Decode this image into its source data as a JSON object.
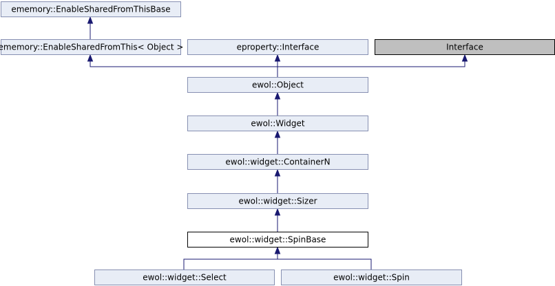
{
  "diagram": {
    "type": "inheritance-graph",
    "nodes": [
      {
        "id": "esb",
        "label": "ememory::EnableSharedFromThisBase",
        "style": "normal"
      },
      {
        "id": "esft",
        "label": "ememory::EnableSharedFromThis< Object >",
        "style": "normal"
      },
      {
        "id": "epi",
        "label": "eproperty::Interface",
        "style": "normal"
      },
      {
        "id": "iface",
        "label": "Interface",
        "style": "external"
      },
      {
        "id": "obj",
        "label": "ewol::Object",
        "style": "normal"
      },
      {
        "id": "widget",
        "label": "ewol::Widget",
        "style": "normal"
      },
      {
        "id": "containern",
        "label": "ewol::widget::ContainerN",
        "style": "normal"
      },
      {
        "id": "sizer",
        "label": "ewol::widget::Sizer",
        "style": "normal"
      },
      {
        "id": "spinbase",
        "label": "ewol::widget::SpinBase",
        "style": "current"
      },
      {
        "id": "select",
        "label": "ewol::widget::Select",
        "style": "normal"
      },
      {
        "id": "spin",
        "label": "ewol::widget::Spin",
        "style": "normal"
      }
    ],
    "edges": [
      {
        "from": "esft",
        "to": "esb"
      },
      {
        "from": "obj",
        "to": "esft"
      },
      {
        "from": "obj",
        "to": "epi"
      },
      {
        "from": "obj",
        "to": "iface"
      },
      {
        "from": "widget",
        "to": "obj"
      },
      {
        "from": "containern",
        "to": "widget"
      },
      {
        "from": "sizer",
        "to": "containern"
      },
      {
        "from": "spinbase",
        "to": "sizer"
      },
      {
        "from": "select",
        "to": "spinbase"
      },
      {
        "from": "spin",
        "to": "spinbase"
      }
    ],
    "colors": {
      "node_fill": "#e8edf6",
      "node_border": "#868fb1",
      "current_fill": "#ffffff",
      "external_fill": "#bfbfbf",
      "edge": "#191970"
    }
  }
}
